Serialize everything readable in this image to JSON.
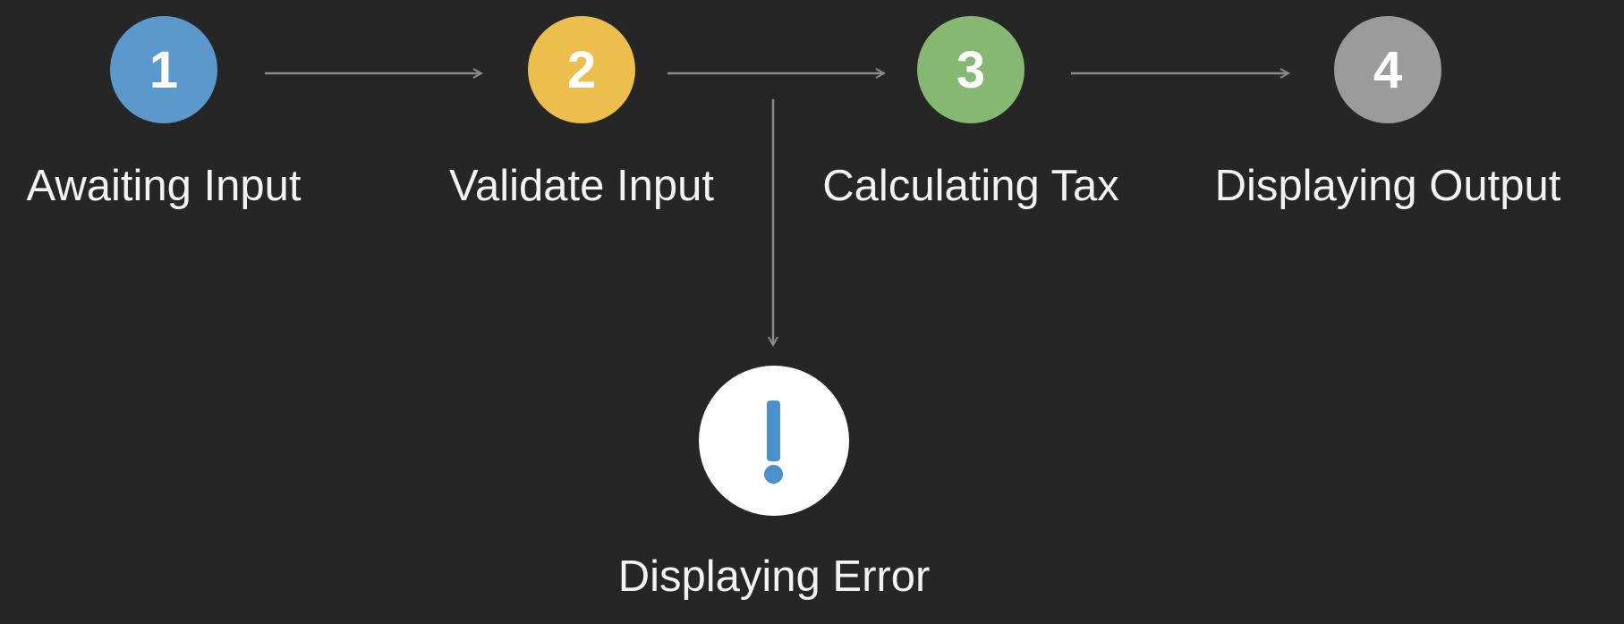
{
  "steps": [
    {
      "number": "1",
      "label": "Awaiting Input",
      "color": "#5b99cc"
    },
    {
      "number": "2",
      "label": "Validate Input",
      "color": "#ecbe4e"
    },
    {
      "number": "3",
      "label": "Calculating Tax",
      "color": "#86b872"
    },
    {
      "number": "4",
      "label": "Displaying Output",
      "color": "#9b9b9b"
    }
  ],
  "error": {
    "label": "Displaying Error",
    "icon": "exclamation-icon",
    "icon_color": "#4a90cc",
    "circle_color": "#ffffff"
  },
  "colors": {
    "background": "#262626",
    "arrow": "#8a8a8a",
    "text": "#f2f2f2"
  }
}
